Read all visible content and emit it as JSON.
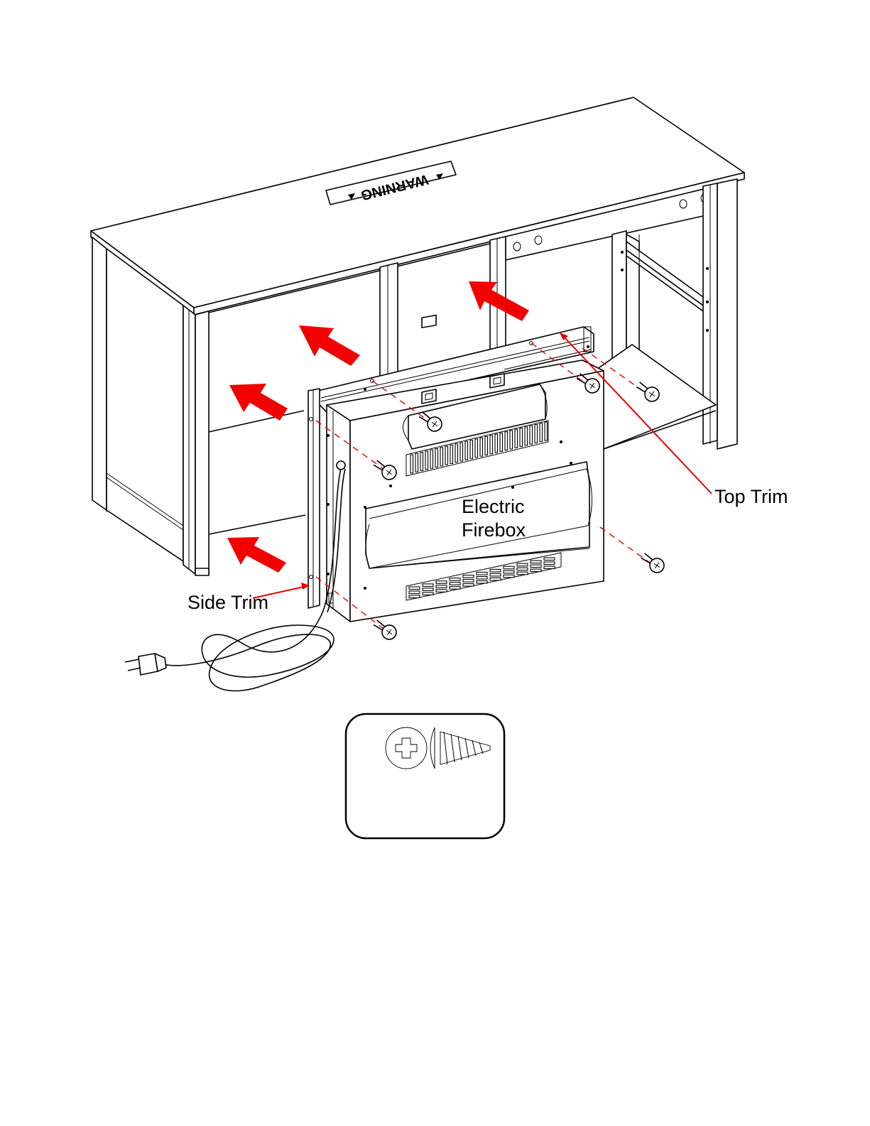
{
  "labels": {
    "warning_sticker": "WARNING",
    "electric_firebox_line1": "Electric",
    "electric_firebox_line2": "Firebox",
    "top_trim": "Top Trim",
    "side_trim": "Side Trim"
  },
  "colors": {
    "arrow": "#f20000",
    "leader_line": "#e60000",
    "line_art": "#000000"
  },
  "icons": [
    "phillips-screw-head-icon",
    "screw-side-icon",
    "power-plug-icon"
  ]
}
